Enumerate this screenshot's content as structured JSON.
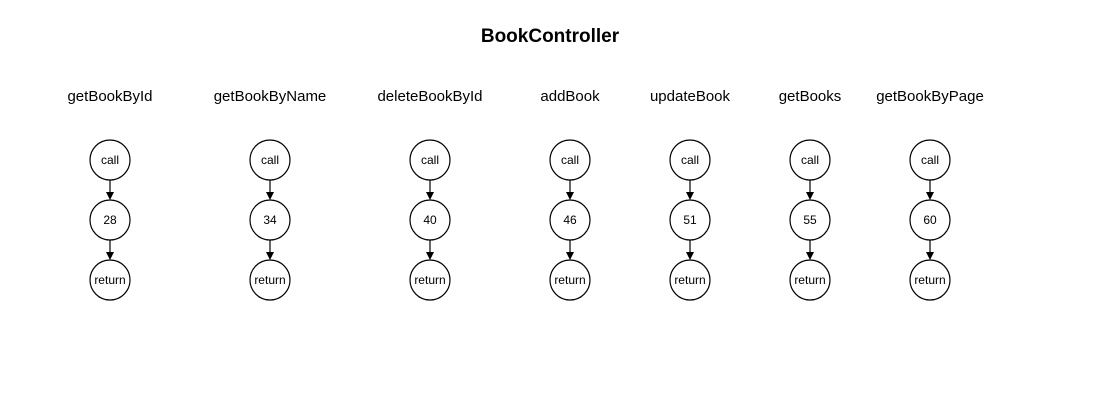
{
  "title": "BookController",
  "methods": [
    {
      "name": "getBookById",
      "nodes": [
        "call",
        "28",
        "return"
      ]
    },
    {
      "name": "getBookByName",
      "nodes": [
        "call",
        "34",
        "return"
      ]
    },
    {
      "name": "deleteBookById",
      "nodes": [
        "call",
        "40",
        "return"
      ]
    },
    {
      "name": "addBook",
      "nodes": [
        "call",
        "46",
        "return"
      ]
    },
    {
      "name": "updateBook",
      "nodes": [
        "call",
        "51",
        "return"
      ]
    },
    {
      "name": "getBooks",
      "nodes": [
        "call",
        "55",
        "return"
      ]
    },
    {
      "name": "getBookByPage",
      "nodes": [
        "call",
        "60",
        "return"
      ]
    }
  ],
  "colors": {
    "stroke": "#000000",
    "fill": "#ffffff",
    "text": "#000000"
  }
}
